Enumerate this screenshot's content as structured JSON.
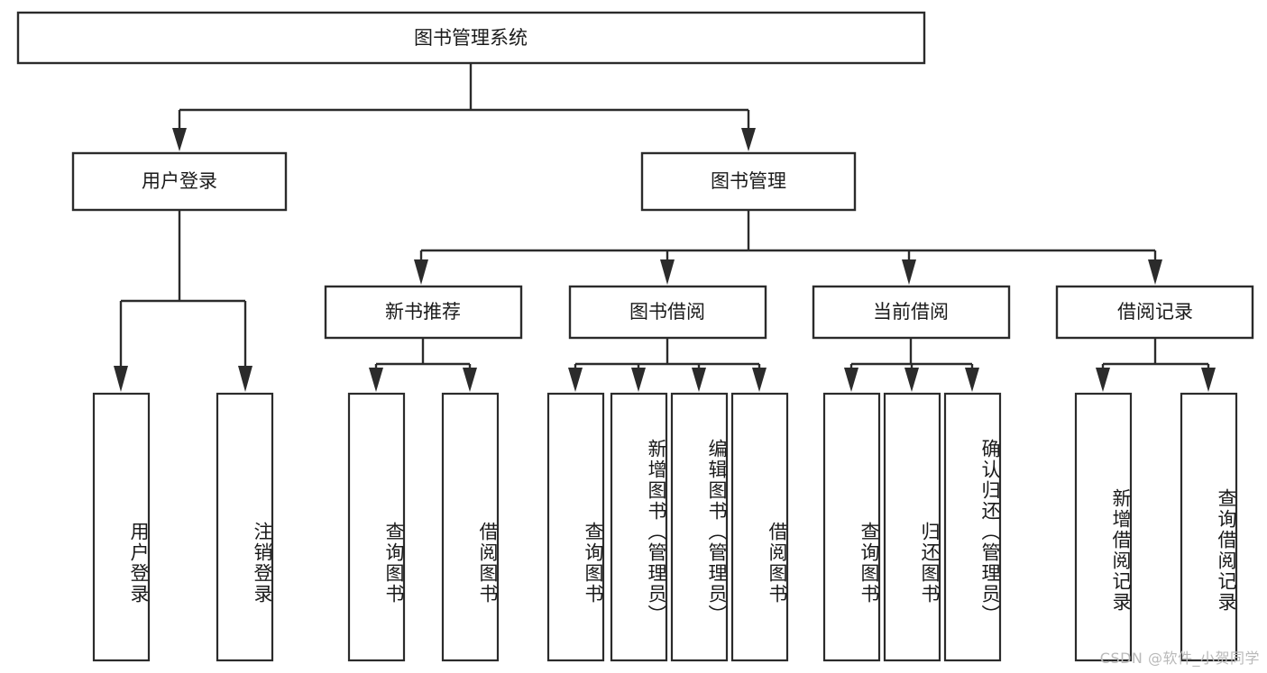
{
  "diagram": {
    "title": "图书管理系统",
    "type": "hierarchy-tree",
    "root": {
      "id": "root",
      "label": "图书管理系统",
      "orientation": "horizontal"
    },
    "level2": [
      {
        "id": "user-login",
        "label": "用户登录",
        "orientation": "horizontal"
      },
      {
        "id": "book-manage",
        "label": "图书管理",
        "orientation": "horizontal"
      }
    ],
    "level3": [
      {
        "id": "new-book-recommend",
        "label": "新书推荐",
        "orientation": "horizontal",
        "parent": "book-manage"
      },
      {
        "id": "book-borrow",
        "label": "图书借阅",
        "orientation": "horizontal",
        "parent": "book-manage"
      },
      {
        "id": "current-borrow",
        "label": "当前借阅",
        "orientation": "horizontal",
        "parent": "book-manage"
      },
      {
        "id": "borrow-record",
        "label": "借阅记录",
        "orientation": "horizontal",
        "parent": "book-manage"
      }
    ],
    "leaves": [
      {
        "id": "leaf-user-login",
        "label": "用户登录",
        "orientation": "vertical",
        "parent": "user-login"
      },
      {
        "id": "leaf-user-logout",
        "label": "注销登录",
        "orientation": "vertical",
        "parent": "user-login"
      },
      {
        "id": "leaf-query-book-1",
        "label": "查询图书",
        "orientation": "vertical",
        "parent": "new-book-recommend"
      },
      {
        "id": "leaf-borrow-book-1",
        "label": "借阅图书",
        "orientation": "vertical",
        "parent": "new-book-recommend"
      },
      {
        "id": "leaf-query-book-2",
        "label": "查询图书",
        "orientation": "vertical",
        "parent": "book-borrow"
      },
      {
        "id": "leaf-add-book",
        "label": "新增图书（管理员）",
        "orientation": "vertical",
        "parent": "book-borrow"
      },
      {
        "id": "leaf-edit-book",
        "label": "编辑图书（管理员）",
        "orientation": "vertical",
        "parent": "book-borrow"
      },
      {
        "id": "leaf-borrow-book-2",
        "label": "借阅图书",
        "orientation": "vertical",
        "parent": "book-borrow"
      },
      {
        "id": "leaf-query-book-3",
        "label": "查询图书",
        "orientation": "vertical",
        "parent": "current-borrow"
      },
      {
        "id": "leaf-return-book",
        "label": "归还图书",
        "orientation": "vertical",
        "parent": "current-borrow"
      },
      {
        "id": "leaf-confirm-return",
        "label": "确认归还（管理员）",
        "orientation": "vertical",
        "parent": "current-borrow"
      },
      {
        "id": "leaf-add-record",
        "label": "新增借阅记录",
        "orientation": "vertical",
        "parent": "borrow-record"
      },
      {
        "id": "leaf-query-record",
        "label": "查询借阅记录",
        "orientation": "vertical",
        "parent": "borrow-record"
      }
    ],
    "watermark": "CSDN @软件_小贺同学",
    "colors": {
      "stroke": "#2b2b2b",
      "fill": "#ffffff",
      "text": "#1a1a1a",
      "watermark": "#b9b9b9",
      "background": "#ffffff"
    }
  }
}
